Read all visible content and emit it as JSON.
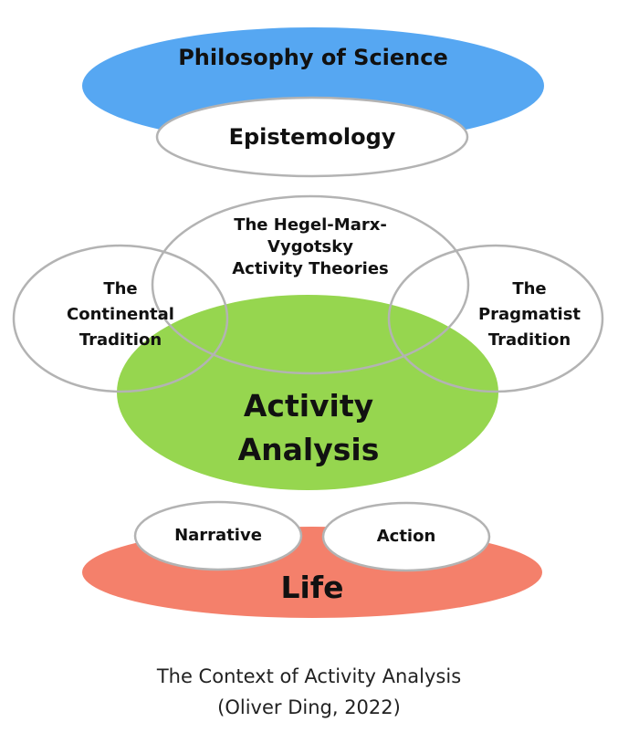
{
  "diagram": {
    "top": {
      "label": "Philosophy of Science",
      "inner_label": "Epistemology"
    },
    "middle": {
      "center_label_lines": [
        "Activity",
        "Analysis"
      ],
      "top_circle_lines": [
        "The Hegel-Marx-",
        "Vygotsky",
        "Activity Theories"
      ],
      "left_circle_lines": [
        "The",
        "Continental",
        "Tradition"
      ],
      "right_circle_lines": [
        "The",
        "Pragmatist",
        "Tradition"
      ]
    },
    "bottom": {
      "label": "Life",
      "left_label": "Narrative",
      "right_label": "Action"
    },
    "colors": {
      "philosophy": "#56a7f2",
      "activity": "#96d64f",
      "life": "#f4806b",
      "outline": "#b3b3b3"
    }
  },
  "caption": {
    "line1": "The Context of Activity Analysis",
    "line2": "(Oliver Ding, 2022)"
  }
}
